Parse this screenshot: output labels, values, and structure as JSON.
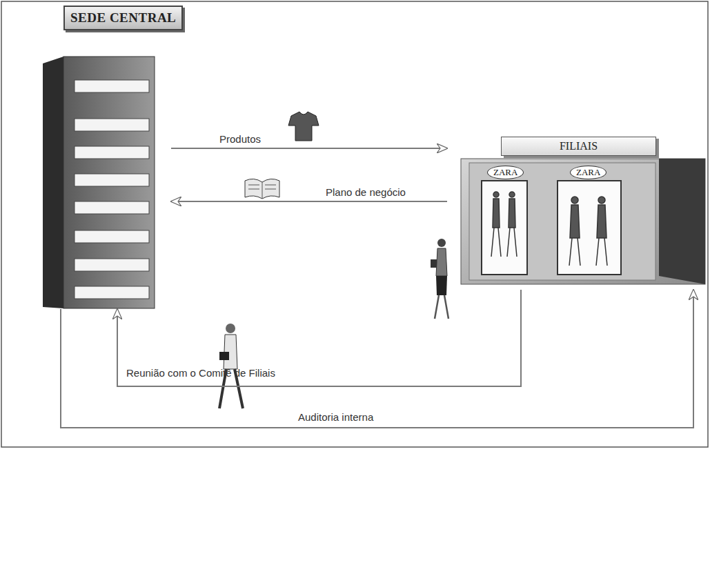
{
  "diagram": {
    "nodes": [
      {
        "text": [
          "SEDE CENTRAL"
        ]
      },
      {
        "text": [
          "FILIAIS"
        ]
      }
    ],
    "edges": [
      {
        "from": 0,
        "to": 1,
        "label": "Produtos",
        "arrow": "to"
      },
      {
        "from": 1,
        "to": 0,
        "label": "Plano de negócio",
        "arrow": "to"
      },
      {
        "from": 1,
        "to": 0,
        "label": "Reunião com o Comitê de Filiais",
        "arrow": "to"
      },
      {
        "from": 0,
        "to": 1,
        "label": "Auditoria interna",
        "arrow": "to"
      }
    ],
    "labels": [
      "ZARA",
      "ZARA"
    ]
  }
}
